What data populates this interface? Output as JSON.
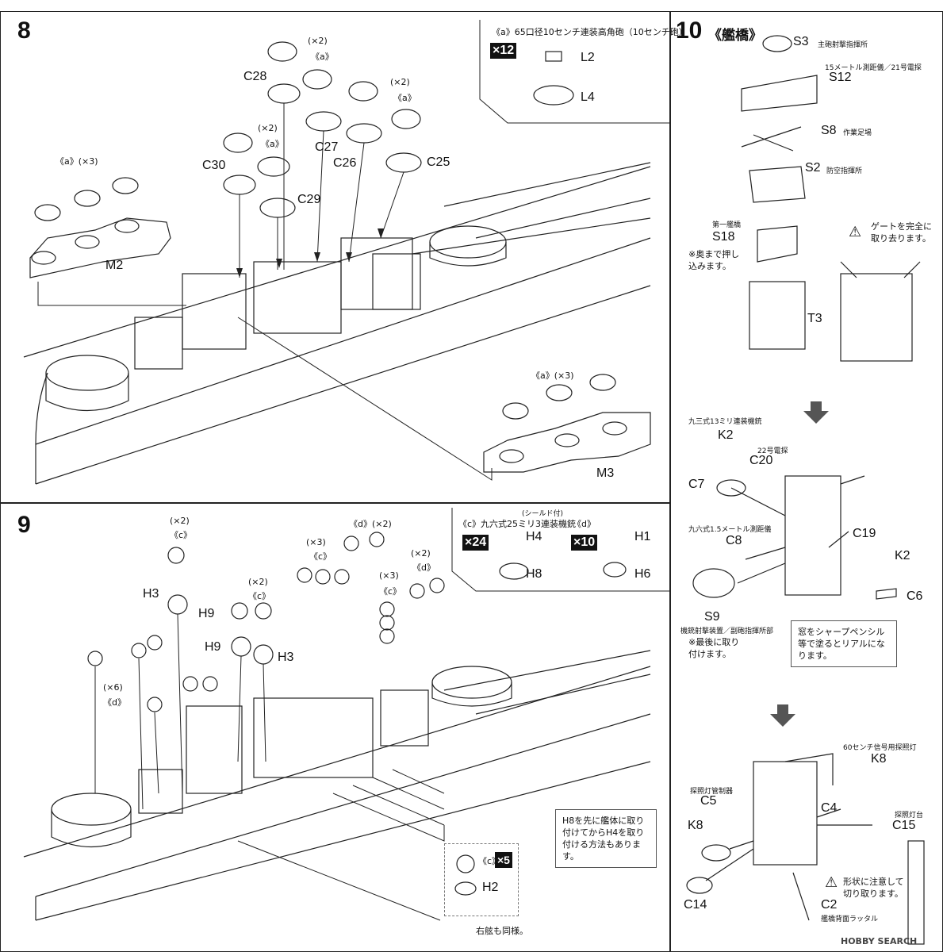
{
  "steps": {
    "s8": "8",
    "s9": "9",
    "s10": "10",
    "s10_title": "《艦橋》"
  },
  "legend8": {
    "part_a": "《a》65口径10センチ連装高角砲（10センチ砲）",
    "badge": "×12",
    "l2": "L2",
    "l4": "L4"
  },
  "step8": {
    "a_x3_left": "《a》(×3)",
    "m2": "M2",
    "c28": "C28",
    "x2_1": "(×2)",
    "a_1": "《a》",
    "c30": "C30",
    "x2_2": "(×2)",
    "a_2": "《a》",
    "c27": "C27",
    "c29": "C29",
    "c26": "C26",
    "x2_3": "(×2)",
    "a_3": "《a》",
    "c25": "C25",
    "a_x3_right": "《a》(×3)",
    "m3": "M3"
  },
  "legend9": {
    "shield": "(シールド付)",
    "c_title": "《c》九六式25ミリ3連装機銃",
    "d_title": "《d》",
    "badge_c": "×24",
    "h4": "H4",
    "h8": "H8",
    "badge_d": "×10",
    "h1": "H1",
    "h6": "H6"
  },
  "step9": {
    "x2_c": "(×2)",
    "c_1": "《c》",
    "h3_left": "H3",
    "h9_left": "H9",
    "x2_c2": "(×2)",
    "c_2": "《c》",
    "h9_mid": "H9",
    "h3_mid": "H3",
    "x3_c": "(×3)",
    "c_3": "《c》",
    "d_x2": "《d》(×2)",
    "x3_c2": "(×3)",
    "c_4": "《c》",
    "x2_d": "(×2)",
    "d_1": "《d》",
    "x6": "(×6)",
    "d_2": "《d》",
    "note": "H8を先に艦体に取り付けてからH4を取り付ける方法もあります。",
    "h2_c": "《c》",
    "badge_5": "×5",
    "h2": "H2",
    "mirror": "右舷も同様。"
  },
  "step10": {
    "s3": "S3",
    "s3_desc": "主砲射撃指揮所",
    "s12_desc": "15メートル測距儀／21号電探",
    "s12": "S12",
    "s8": "S8",
    "s8_desc": "作業足場",
    "s2": "S2",
    "s2_desc": "防空指揮所",
    "s18_desc": "第一艦橋",
    "s18": "S18",
    "s18_note": "※奥まで押し込みます。",
    "t3": "T3",
    "gate_note": "ゲートを完全に取り去ります。",
    "k2_desc": "九三式13ミリ連装機銃",
    "k2": "K2",
    "c20_desc": "22号電探",
    "c20": "C20",
    "c7": "C7",
    "c8_desc": "九六式1.5メートル測距儀",
    "c8": "C8",
    "c19": "C19",
    "k2b": "K2",
    "c6": "C6",
    "s9": "S9",
    "s9_desc": "機銃射撃装置／副砲指揮所部",
    "s9_note": "※最後に取り付けます。",
    "window_note": "窓をシャープペンシル等で塗るとリアルになります。",
    "k8_desc": "60センチ信号用探照灯",
    "k8": "K8",
    "c5_desc": "探照灯管制器",
    "c5": "C5",
    "c4": "C4",
    "c15_desc": "探照灯台",
    "c15": "C15",
    "k8b": "K8",
    "c14": "C14",
    "shape_note": "形状に注意して切り取ります。",
    "c2": "C2",
    "c2_desc": "艦橋背面ラッタル",
    "watermark": "HOBBY SEARCH"
  }
}
